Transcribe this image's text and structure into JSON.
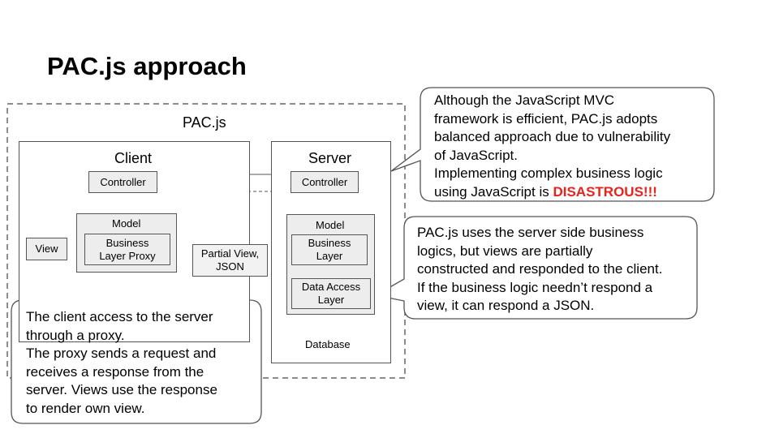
{
  "title": "PAC.js approach",
  "framework_label": "PAC.js",
  "client": {
    "label": "Client",
    "controller": "Controller",
    "model": "Model",
    "proxy_line1": "Business",
    "proxy_line2": "Layer Proxy",
    "view": "View",
    "partial_line1": "Partial View,",
    "partial_line2": "JSON"
  },
  "server": {
    "label": "Server",
    "controller": "Controller",
    "model": "Model",
    "business_line1": "Business",
    "business_line2": "Layer",
    "dal_line1": "Data Access",
    "dal_line2": "Layer",
    "database": "Database"
  },
  "callouts": {
    "top_right": {
      "lines": [
        "Although the JavaScript MVC",
        "framework is efficient, PAC.js adopts",
        "balanced approach due to vulnerability",
        "of JavaScript.",
        "Implementing complex business logic"
      ],
      "last_prefix": "using JavaScript is ",
      "last_emphasis": "DISASTROUS!!!"
    },
    "mid_right": {
      "lines": [
        "PAC.js uses the server side business",
        "logics, but views are partially",
        "constructed and responded to the client.",
        "If the business logic needn’t respond a",
        "view, it can respond a JSON."
      ]
    },
    "bottom_left": {
      "lines": [
        "The client access to the server",
        "through a proxy.",
        "The proxy sends a request and",
        "receives a response from the",
        "server. Views use the response",
        "to render own view."
      ]
    }
  },
  "colors": {
    "emphasis": "#e8231b",
    "box_fill": "#ededed",
    "stroke": "#555555"
  }
}
